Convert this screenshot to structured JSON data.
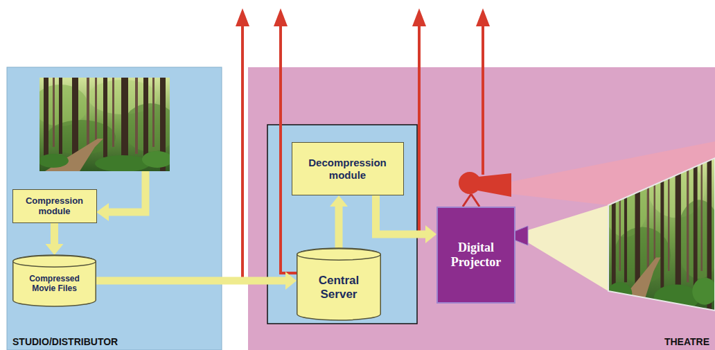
{
  "diagram": {
    "nodes": [
      {
        "text": [
          "STUDIO/DISTRIBUTOR"
        ]
      },
      {
        "text": [
          "Compression module"
        ],
        "in": 0
      },
      {
        "text": [
          "Compressed Movie Files"
        ],
        "in": 0
      },
      {
        "text": [
          "THEATRE"
        ]
      },
      {
        "text": [
          "Decompression module"
        ],
        "in": 3
      },
      {
        "text": [
          "Central Server"
        ],
        "in": 3
      },
      {
        "text": [
          "Digital Projector"
        ],
        "in": 3
      }
    ],
    "edges": [
      {
        "from": 1,
        "to": 2,
        "arrow": "to"
      },
      {
        "from": 2,
        "to": 5,
        "arrow": "to"
      },
      {
        "from": 5,
        "to": 4,
        "arrow": "to"
      },
      {
        "from": 4,
        "to": 6,
        "arrow": "to"
      }
    ]
  }
}
